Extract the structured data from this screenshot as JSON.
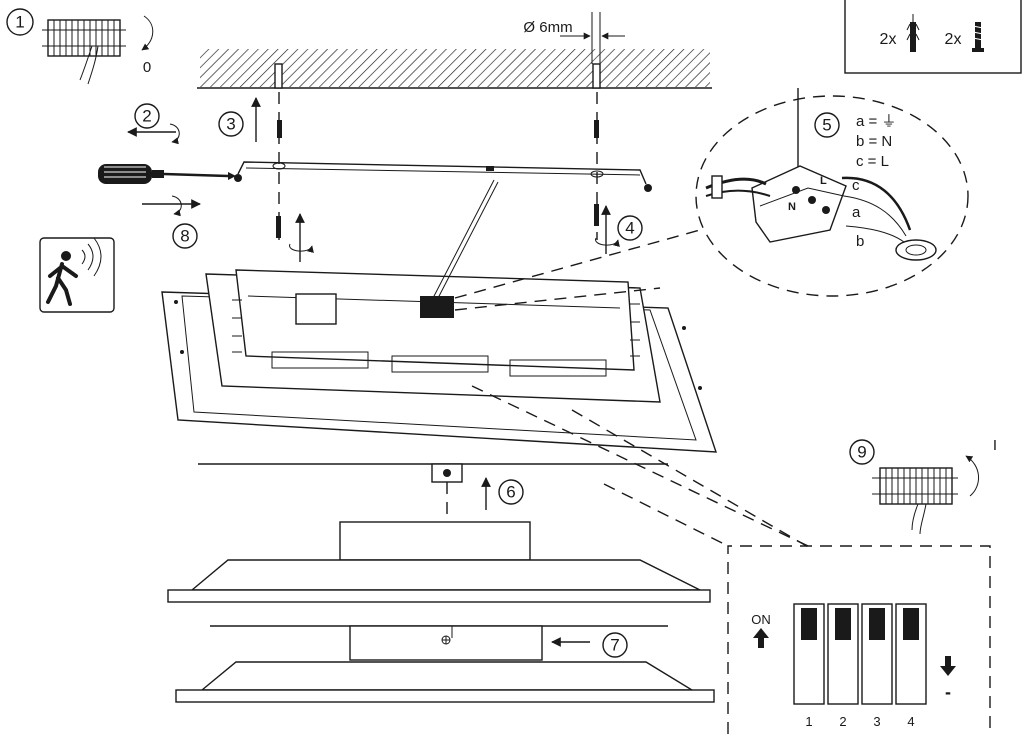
{
  "steps": [
    "1",
    "2",
    "3",
    "4",
    "5",
    "6",
    "7",
    "8",
    "9"
  ],
  "switch_off_label": "0",
  "switch_on_label": "I",
  "drill_diameter": "Ø 6mm",
  "parts_box": {
    "anchor_qty": "2x",
    "screw_qty": "2x"
  },
  "wiring_legend": {
    "a": "a = ⏚",
    "b": "b = N",
    "c": "c = L"
  },
  "wire_labels": {
    "c": "c",
    "a": "a",
    "b": "b"
  },
  "terminal_marks": {
    "n": "N",
    "l": "L"
  },
  "dip": {
    "on_label": "ON",
    "minus_label": "-",
    "switches": [
      "1",
      "2",
      "3",
      "4"
    ]
  },
  "icons": [
    "motion-sensor-icon",
    "arrow-up-icon",
    "arrow-down-icon",
    "screwdriver-icon",
    "wall-anchor-icon",
    "screw-icon",
    "earth-symbol-icon"
  ]
}
